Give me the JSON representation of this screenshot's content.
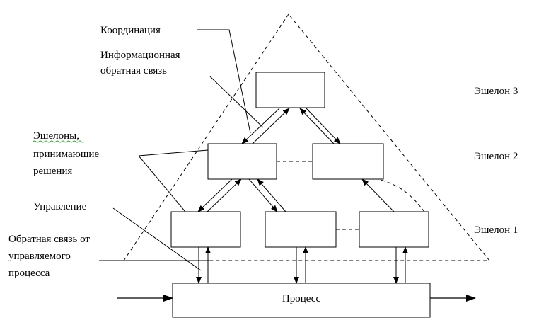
{
  "labels": {
    "coordination": "Координация",
    "info_feedback_1": "Информационная",
    "info_feedback_2": "обратная связь",
    "echelons_1": "Эшелоны,",
    "echelons_2": "принимающие",
    "echelons_3": "решения",
    "control": "Управление",
    "process_feedback_1": "Обратная связь от",
    "process_feedback_2": "управляемого",
    "process_feedback_3": "процесса",
    "echelon_3": "Эшелон 3",
    "echelon_2": "Эшелон 2",
    "echelon_1": "Эшелон 1",
    "process": "Процесс"
  }
}
